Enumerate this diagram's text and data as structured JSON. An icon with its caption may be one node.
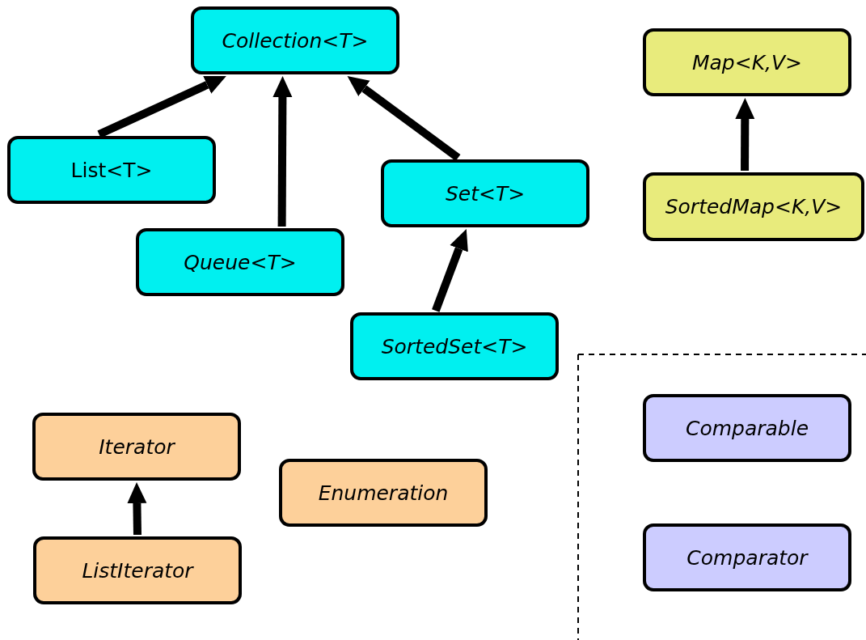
{
  "diagram": {
    "nodes": [
      {
        "text": [
          "Collection<T>"
        ]
      },
      {
        "text": [
          "List<T>"
        ]
      },
      {
        "text": [
          "Queue<T>"
        ]
      },
      {
        "text": [
          "Set<T>"
        ]
      },
      {
        "text": [
          "SortedSet<T>"
        ]
      },
      {
        "text": [
          "Map<K,V>"
        ]
      },
      {
        "text": [
          "SortedMap<K,V>"
        ]
      },
      {
        "text": [
          "Iterator"
        ]
      },
      {
        "text": [
          "Enumeration"
        ]
      },
      {
        "text": [
          "ListIterator"
        ]
      },
      {
        "text": [
          "Comparable"
        ]
      },
      {
        "text": [
          "Comparator"
        ]
      }
    ],
    "edges": [
      {
        "from": 1,
        "to": 0,
        "arrow": "to"
      },
      {
        "from": 2,
        "to": 0,
        "arrow": "to"
      },
      {
        "from": 3,
        "to": 0,
        "arrow": "to"
      },
      {
        "from": 4,
        "to": 3,
        "arrow": "to"
      },
      {
        "from": 6,
        "to": 5,
        "arrow": "to"
      },
      {
        "from": 9,
        "to": 7,
        "arrow": "to"
      }
    ]
  }
}
